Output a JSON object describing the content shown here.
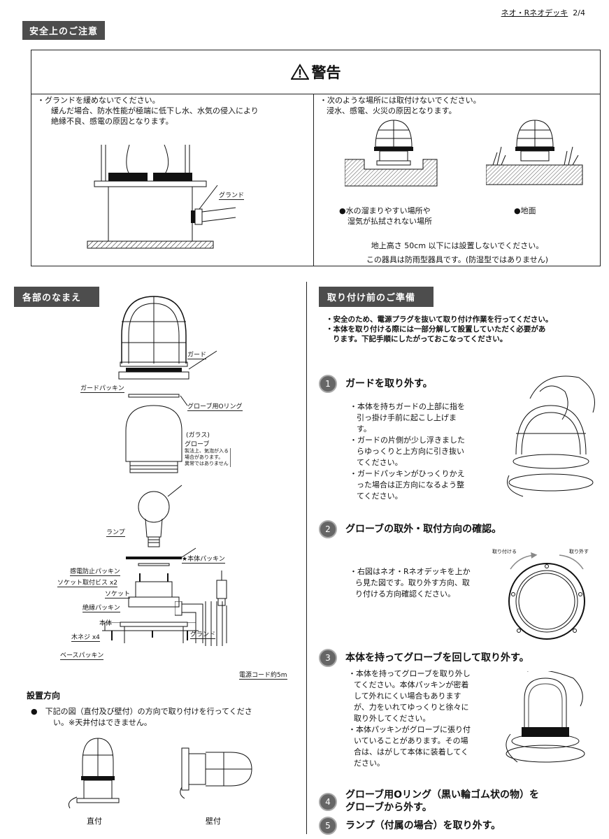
{
  "header": {
    "product": "ネオ・Rネオデッキ",
    "page": "2/4"
  },
  "safety": {
    "section_title": "安全上のご注意",
    "warning_title": "警告",
    "left": {
      "line1": "・グランドを緩めないでください。",
      "line2": "緩んだ場合、防水性能が極端に低下し水、水気の侵入により",
      "line3": "絶縁不良、感電の原因となります。",
      "label_gland": "グランド"
    },
    "right": {
      "line1": "・次のような場所には取付けないでください。",
      "line2": "浸水、感電、火災の原因となります。",
      "cap_water1": "●水の溜まりやすい場所や",
      "cap_water2": "湿気が払拭されない場所",
      "cap_ground": "●地面",
      "note1": "地上高さ 50cm 以下には設置しないでください。",
      "note2": "この器具は防雨型器具です。(防湿型ではありません)"
    }
  },
  "parts": {
    "section_title": "各部のなまえ",
    "guard": "ガード",
    "guard_packing": "ガードパッキン",
    "globe_oring": "グローブ用Oリング",
    "glass": "(ガラス)",
    "globe": "グローブ",
    "globe_note1": "製法上、気泡が入る",
    "globe_note2": "場合があります。",
    "globe_note3": "異常ではありません",
    "lamp": "ランプ",
    "body_packing": "★本体パッキン",
    "shock_packing": "感電防止パッキン",
    "socket_screw": "ソケット取付ビス x2",
    "socket": "ソケット",
    "insul_packing": "絶縁パッキン",
    "body": "本体",
    "wood_screw": "木ネジ x4",
    "base_packing": "ベースパッキン",
    "gland": "グランド",
    "cord": "電源コード約5m"
  },
  "install": {
    "title": "設置方向",
    "text1": "●　下記の図（直付及び壁付）の方向で取り付けを行ってくださ",
    "text2": "い。※天井付はできません。",
    "cap_direct": "直付",
    "cap_wall": "壁付"
  },
  "prep": {
    "section_title": "取り付け前のご準備",
    "intro1": "・安全のため、電源プラグを抜いて取り付け作業を行ってください。",
    "intro2": "・本体を取り付ける際には一部分解して設置していただく必要があ",
    "intro3": "ります。下記手順にしたがっておこなってください。",
    "steps": [
      {
        "num": "1",
        "title": "ガードを取り外す。",
        "lines": [
          "・本体を持ちガードの上部に指を",
          "引っ掛け手前に起こし上げま",
          "す。",
          "・ガードの片側が少し浮きました",
          "らゆっくりと上方向に引き抜い",
          "てください。",
          "・ガードパッキンがひっくりかえ",
          "った場合は正方向になるよう整",
          "てください。"
        ]
      },
      {
        "num": "2",
        "title": "グローブの取外・取付方向の確認。",
        "lines": [
          "・右図はネオ・Rネオデッキを上か",
          "ら見た図です。取り外す方向、取",
          "り付ける方向確認ください。"
        ],
        "attach": "取り付ける",
        "detach": "取り外す"
      },
      {
        "num": "3",
        "title": "本体を持ってグローブを回して取り外す。",
        "lines": [
          "・本体を持ってグローブを取り外し",
          "てください。本体パッキンが密着",
          "して外れにくい場合もあります",
          "が、力をいれてゆっくりと徐々に",
          "取り外してください。",
          "・本体パッキンがグローブに張り付",
          "いていることがあります。その場",
          "合は、はがして本体に装着してく",
          "ださい。"
        ]
      },
      {
        "num": "4",
        "title1": "グローブ用Oリング（黒い輪ゴム状の物）を",
        "title2": "グローブから外す。"
      },
      {
        "num": "5",
        "title": "ランプ（付属の場合）を取り外す。"
      }
    ]
  }
}
